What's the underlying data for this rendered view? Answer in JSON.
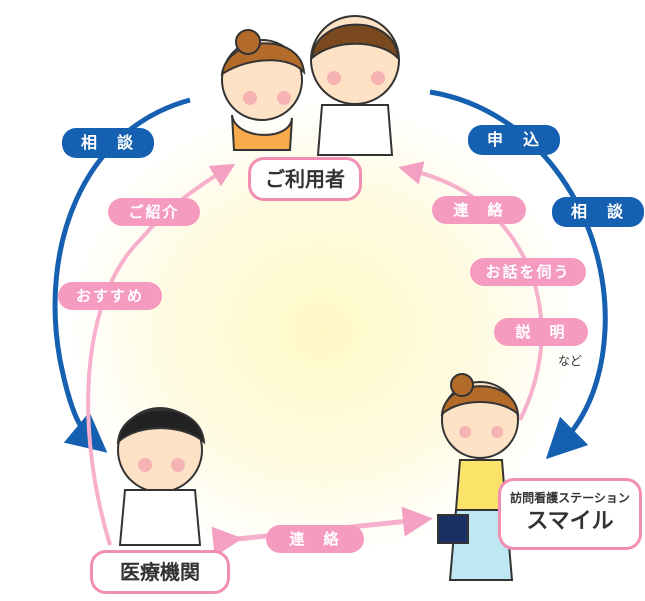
{
  "nodes": {
    "user": "ご利用者",
    "medical": "医療機関",
    "station_line1": "訪問看護ステーション",
    "station_line2": "スマイル"
  },
  "labels": {
    "consult_left": "相　談",
    "apply": "申　込",
    "consult_right": "相　談",
    "introduce": "ご紹介",
    "recommend": "おすすめ",
    "contact_top": "連　絡",
    "hear_story": "お話を伺う",
    "explain": "説　明",
    "etc": "など",
    "contact_bottom": "連　絡"
  },
  "colors": {
    "blue": "#1560b0",
    "pink": "#f08fb3",
    "glow": "#fff7c2"
  }
}
